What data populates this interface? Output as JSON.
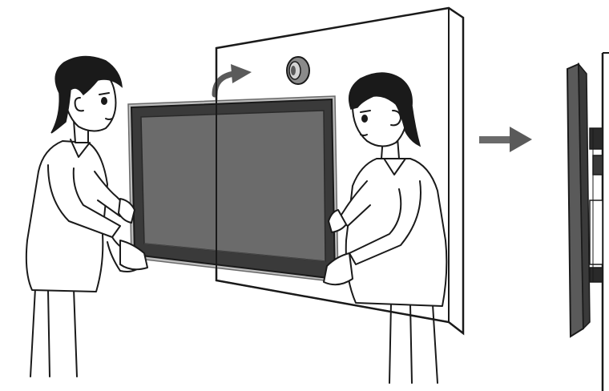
{
  "diagram": {
    "type": "installation-illustration",
    "steps": [
      {
        "id": "lift-tv",
        "elements": [
          "person-left",
          "person-right",
          "tv-panel",
          "wall-panel",
          "wall-bracket",
          "curved-arrow"
        ]
      },
      {
        "id": "mounted-side-view",
        "elements": [
          "tv-side-profile",
          "wall-side-edge",
          "mount-bracket-side"
        ]
      }
    ],
    "connector": "right-arrow",
    "colors": {
      "line": "#1a1a1a",
      "tv_frame": "#3a3a3a",
      "tv_screen": "#6b6b6b",
      "arrow": "#5a5a5a",
      "skin": "#ffffff",
      "hair": "#1a1a1a"
    }
  }
}
